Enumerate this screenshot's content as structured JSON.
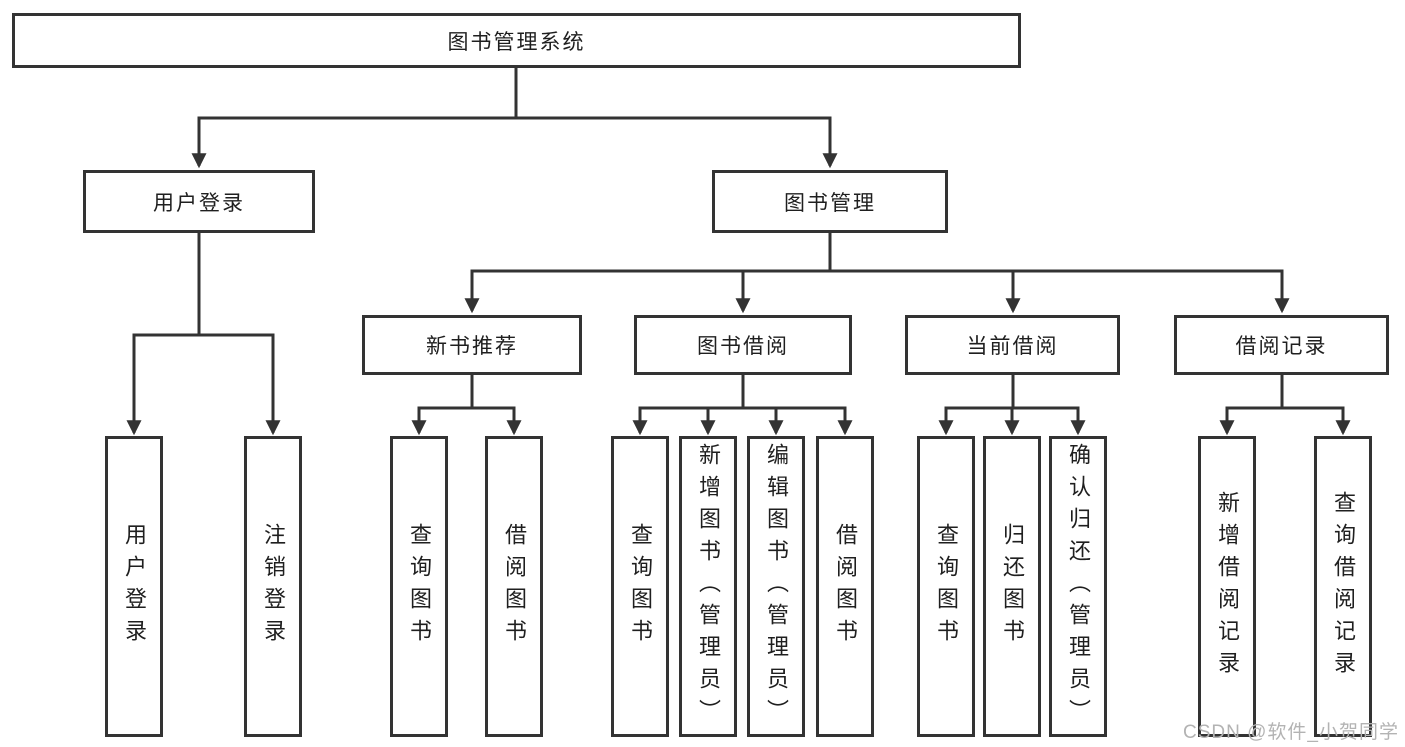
{
  "nodes": {
    "root": {
      "label": "图书管理系统"
    },
    "user_login": {
      "label": "用户登录",
      "children": [
        "用户登录",
        "注销登录"
      ]
    },
    "book_management": {
      "label": "图书管理"
    },
    "new_book_recommend": {
      "label": "新书推荐",
      "children": [
        "查询图书",
        "借阅图书"
      ]
    },
    "book_borrow": {
      "label": "图书借阅",
      "children": [
        "查询图书",
        "新增图书（管理员）",
        "编辑图书（管理员）",
        "借阅图书"
      ]
    },
    "current_borrow": {
      "label": "当前借阅",
      "children": [
        "查询图书",
        "归还图书",
        "确认归还（管理员）"
      ]
    },
    "borrow_records": {
      "label": "借阅记录",
      "children": [
        "新增借阅记录",
        "查询借阅记录"
      ]
    }
  },
  "watermark": "CSDN @软件_小贺同学",
  "colors": {
    "line": "#333333",
    "box_border": "#333333",
    "text": "#1f1f1f",
    "watermark": "#b3b3b3",
    "background": "#ffffff"
  }
}
